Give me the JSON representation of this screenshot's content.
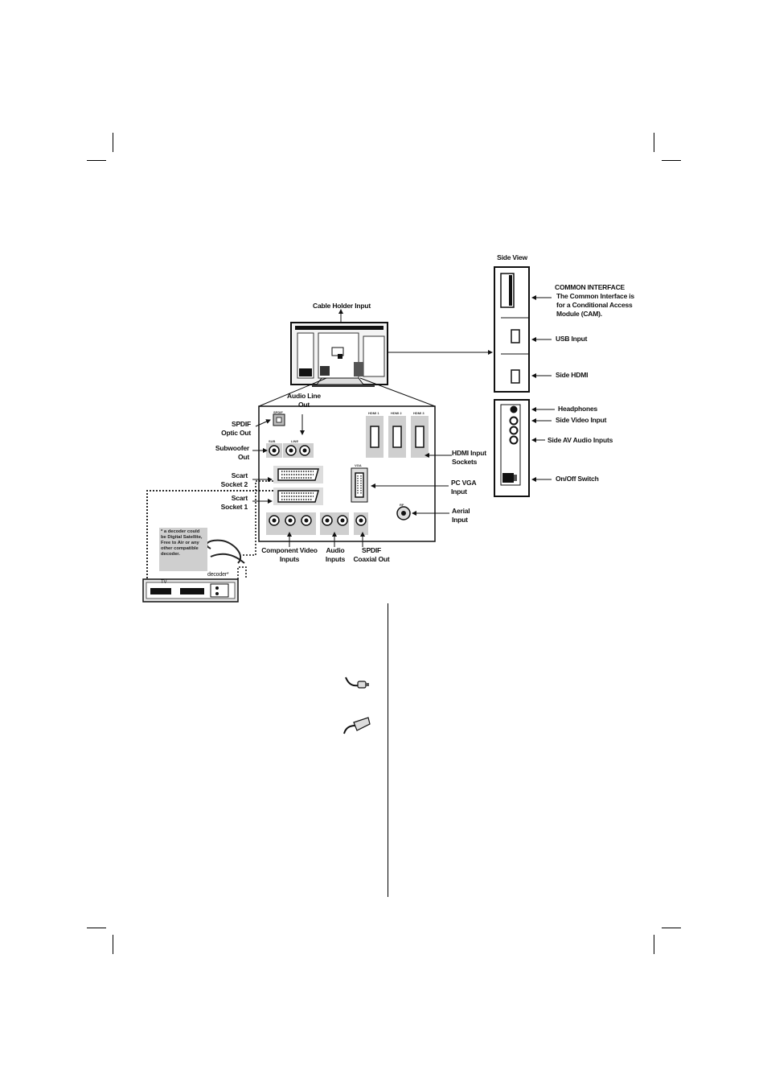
{
  "labels": {
    "cable_holder_input": "Cable Holder Input",
    "side_view": "Side View",
    "common_interface_title": "COMMON INTERFACE",
    "common_interface_desc": "The Common Interface is for a Conditional Access Module (CAM).",
    "usb_input": "USB Input",
    "side_hdmi": "Side HDMI",
    "headphones": "Headphones",
    "side_video_input": "Side Video Input",
    "side_av_audio_inputs": "Side AV Audio Inputs",
    "on_off_switch": "On/Off Switch",
    "audio_line_out": "Audio Line Out",
    "spdif_optic_out": "SPDIF Optic Out",
    "subwoofer_out": "Subwoofer Out",
    "scart_socket_2": "Scart Socket 2",
    "scart_socket_1": "Scart Socket 1",
    "hdmi_input_sockets": "HDMI Input Sockets",
    "pc_vga_input": "PC VGA Input",
    "aerial_input": "Aerial Input",
    "component_video_inputs": "Component Video Inputs",
    "audio_inputs": "Audio Inputs",
    "spdif_coaxial_out": "SPDIF Coaxial Out",
    "decoder_note": "* a decoder could be Digital Satellite, Free to Air or any other compatible decoder.",
    "decoder_label": "decoder*",
    "decoder_tv": "TV"
  },
  "panel_tiny": {
    "hdmi1": "HDMI 1",
    "hdmi2": "HDMI 2",
    "hdmi3": "HDMI 3",
    "vga": "VGA",
    "rf": "RF",
    "spdif": "SPDIF",
    "sub": "SUB",
    "line": "LINE"
  },
  "colors": {
    "ink": "#111111",
    "panel_gray": "#d4d4d4",
    "note_gray": "#cfcfcf"
  }
}
